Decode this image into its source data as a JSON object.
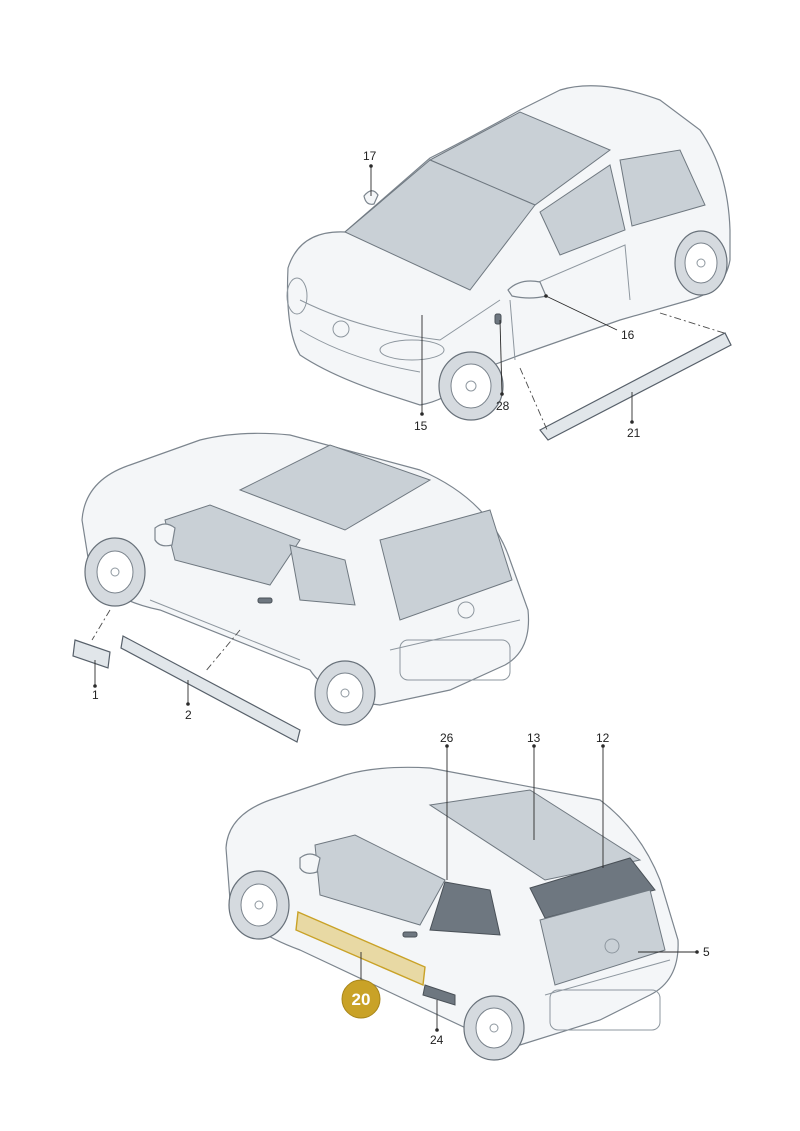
{
  "callouts": {
    "c1": "1",
    "c2": "2",
    "c5": "5",
    "c12": "12",
    "c13": "13",
    "c15": "15",
    "c16": "16",
    "c17": "17",
    "c21": "21",
    "c24": "24",
    "c26": "26",
    "c28": "28"
  },
  "highlight": {
    "label": "20",
    "color": "#c9a227"
  }
}
